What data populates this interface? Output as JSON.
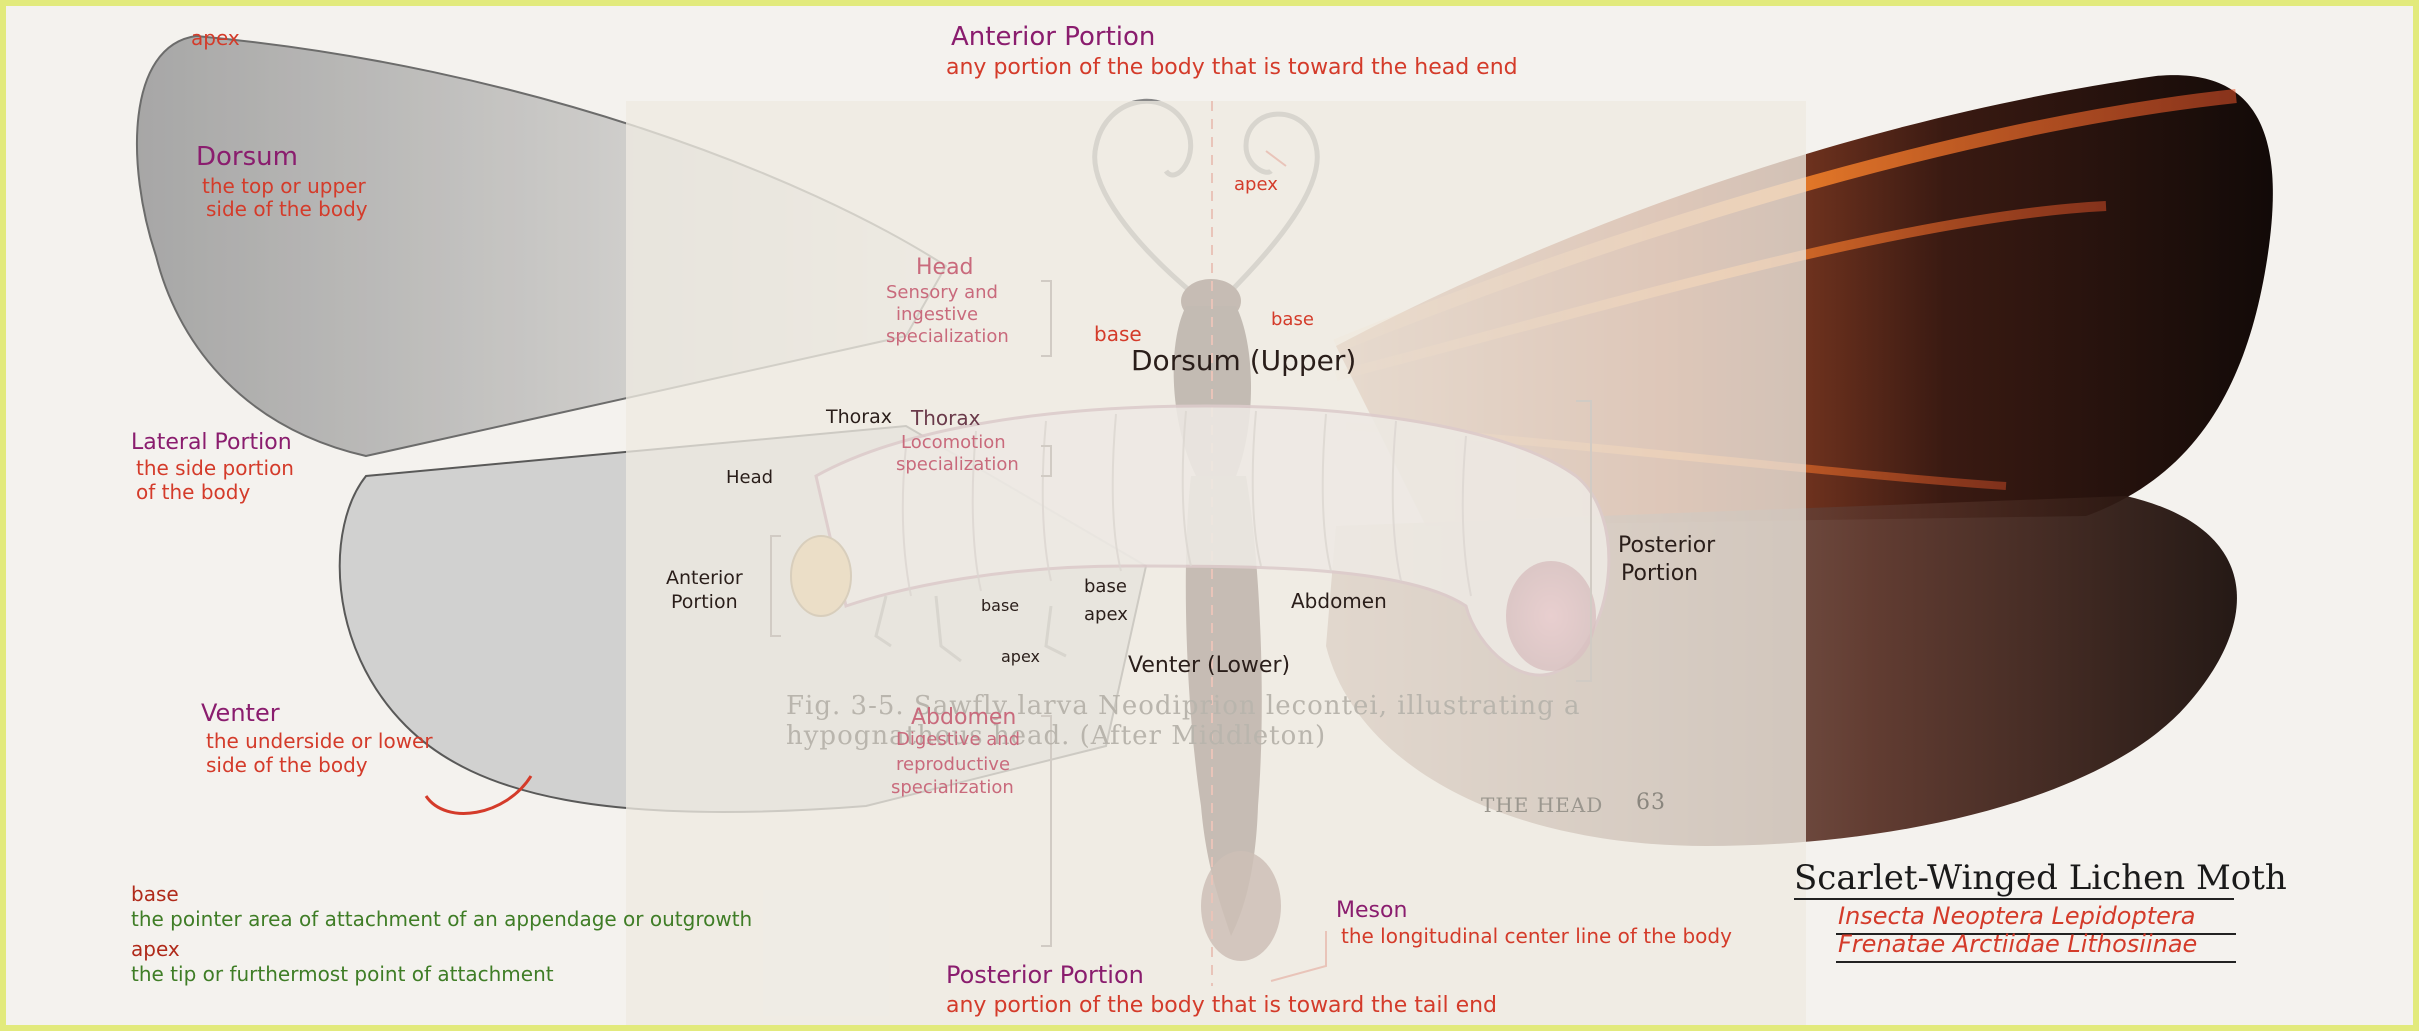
{
  "specimen": {
    "name": "Scarlet-Winged Lichen Moth",
    "taxonomy_line1": "Insecta Neoptera Lepidoptera",
    "taxonomy_line2": "Frenatae Arctiidae Lithosiinae"
  },
  "labels": {
    "apex_top": "apex",
    "dorsum_title": "Dorsum",
    "dorsum_def_1": "the top or upper",
    "dorsum_def_2": "side of the body",
    "lateral_title": "Lateral Portion",
    "lateral_def_1": "the side portion",
    "lateral_def_2": "of the body",
    "venter_title": "Venter",
    "venter_def_1": "the underside or lower",
    "venter_def_2": "side of the body",
    "base_term": "base",
    "base_def": "the pointer area of attachment of an appendage or outgrowth",
    "apex_term": "apex",
    "apex_def": "the tip or furthermost point of attachment",
    "anterior_title": "Anterior Portion",
    "anterior_def": "any portion of the body that is toward the head end",
    "posterior_title": "Posterior Portion",
    "posterior_def": "any portion of the body that is toward the tail end",
    "meson_title": "Meson",
    "meson_def": "the longitudinal center line of the body",
    "head_title": "Head",
    "head_def_1": "Sensory and",
    "head_def_2": "ingestive",
    "head_def_3": "specialization",
    "thorax_label": "Thorax",
    "thorax_label_2": "Thorax",
    "thorax_def_1": "Locomotion",
    "thorax_def_2": "specialization",
    "abdomen_title": "Abdomen",
    "abdomen_def_1": "Digestive and",
    "abdomen_def_2": "reproductive",
    "abdomen_def_3": "specialization",
    "larva_head": "Head",
    "larva_anterior_1": "Anterior",
    "larva_anterior_2": "Portion",
    "base_small": "base",
    "base_small_2": "base",
    "apex_small": "apex",
    "apex_small_2": "apex",
    "base_pink": "base",
    "base_arrow": "base",
    "apex_arrow": "apex",
    "dorsum_upper": "Dorsum (Upper)",
    "venter_lower": "Venter (Lower)",
    "abdomen_black": "Abdomen",
    "posterior_portion_1": "Posterior",
    "posterior_portion_2": "Portion"
  },
  "book_page": {
    "caption_1": "Fig. 3-5. Sawfly larva Neodiprion lecontei, illustrating a",
    "caption_2": "hypognathous head. (After Middleton)",
    "running_head": "THE HEAD",
    "page_number": "63"
  },
  "colors": {
    "frame": "#e2ea7c",
    "wing_red": "#e8542a",
    "wing_black": "#1c1210",
    "ink_purple": "#8a1d6e",
    "ink_red": "#d43b2a"
  }
}
